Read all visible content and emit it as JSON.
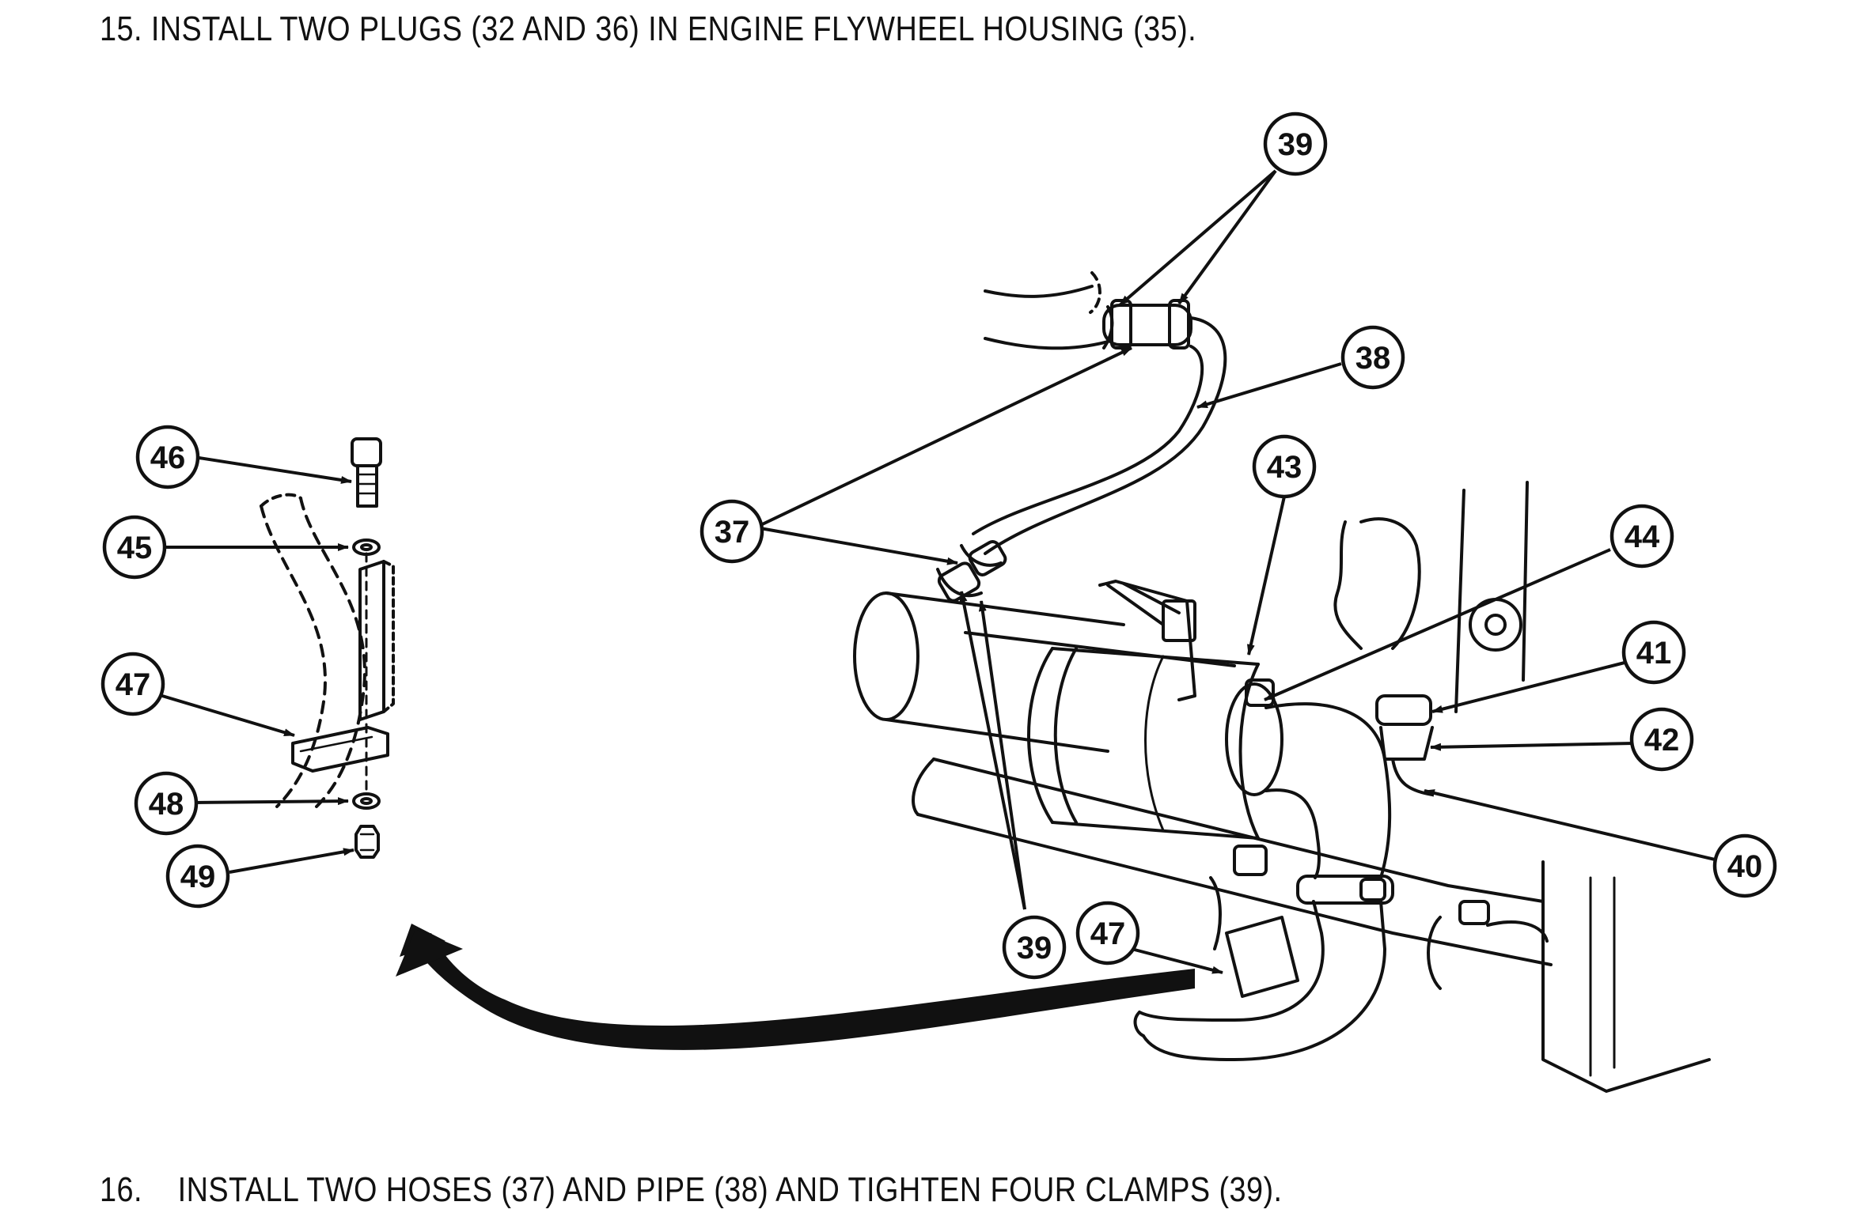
{
  "instructions": {
    "step15": {
      "number": "15.",
      "text": "INSTALL TWO PLUGS (32 AND 36) IN ENGINE FLYWHEEL HOUSING (35)."
    },
    "step16": {
      "number": "16.",
      "text": "INSTALL TWO HOSES (37) AND PIPE (38) AND TIGHTEN FOUR CLAMPS (39)."
    }
  },
  "callouts": {
    "c39_top": "39",
    "c38": "38",
    "c43": "43",
    "c44": "44",
    "c41": "41",
    "c42": "42",
    "c40": "40",
    "c37": "37",
    "c39_bottom": "39",
    "c47_right": "47",
    "c46": "46",
    "c45": "45",
    "c47_left": "47",
    "c48": "48",
    "c49": "49"
  }
}
